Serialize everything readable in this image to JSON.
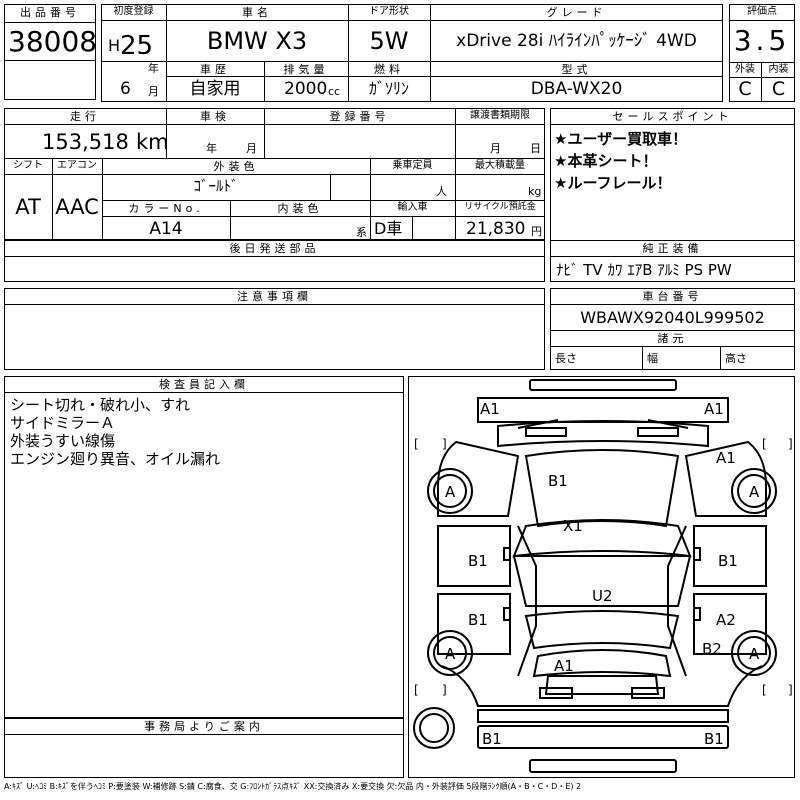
{
  "header": {
    "lot_label": "出品番号",
    "lot_number": "38008",
    "first_reg_label": "初度登録",
    "era": "H",
    "year": "25",
    "year_unit": "年",
    "month": "6",
    "month_unit": "月",
    "car_name_label": "車名",
    "car_name": "BMW X3",
    "door_label": "ドア形状",
    "door": "5W",
    "grade_label": "グレード",
    "grade": "xDrive 28i ﾊｲﾗｲﾝﾊﾟｯｹｰｼﾞ 4WD",
    "score_label": "評価点",
    "score": "3.5",
    "history_label": "車歴",
    "history": "自家用",
    "displacement_label": "排気量",
    "displacement": "2000",
    "displacement_unit": "cc",
    "fuel_label": "燃料",
    "fuel": "ｶﾞｿﾘﾝ",
    "model_label": "型式",
    "model": "DBA-WX20",
    "exterior_label": "外装",
    "interior_label": "内装",
    "exterior_grade": "C",
    "interior_grade": "C"
  },
  "vehicle": {
    "mileage_label": "走行",
    "mileage": "153,518",
    "mileage_unit": "km",
    "inspection_label": "車検",
    "inspection_year_unit": "年",
    "inspection_month_unit": "月",
    "registration_label": "登録番号",
    "registration": "",
    "transfer_label": "譲渡書類期限",
    "transfer_month_unit": "月",
    "transfer_day_unit": "日",
    "shift_label": "シフト",
    "shift": "AT",
    "ac_label": "エアコン",
    "ac": "AAC",
    "ext_color_label": "外装色",
    "ext_color": "ｺﾞｰﾙﾄﾞ",
    "capacity_label": "乗車定員",
    "capacity_unit": "人",
    "load_label": "最大積載量",
    "load_unit": "kg",
    "color_no_label": "カラーNo.",
    "color_no": "A14",
    "int_color_label": "内装色",
    "int_color_unit": "系",
    "import_label": "輸入車",
    "import": "D車",
    "recycle_label": "リサイクル預託金",
    "recycle": "21,830",
    "recycle_unit": "円",
    "later_parts_label": "後日発送部品"
  },
  "sales_points": {
    "label": "セールスポイント",
    "items": [
      "★ユーザー買取車！",
      "★本革シート！",
      "★ルーフレール！"
    ]
  },
  "equipment": {
    "label": "純正装備",
    "value": "ﾅﾋﾞ TV ｶﾜ ｴｱB ｱﾙﾐ PS PW"
  },
  "notes": {
    "label": "注意事項欄"
  },
  "chassis": {
    "label": "車台番号",
    "value": "WBAWX92040L999502",
    "dims_label": "諸元",
    "length_label": "長さ",
    "width_label": "幅",
    "height_label": "高さ"
  },
  "inspector": {
    "label": "検査員記入欄",
    "lines": [
      "シート切れ・破れ小、すれ",
      "サイドミラーＡ",
      "外装うすい線傷",
      "エンジン廻り異音、オイル漏れ"
    ]
  },
  "office": {
    "label": "事務局よりご案内"
  },
  "diagram": {
    "marks": {
      "front_left": "A1",
      "front_right": "A1",
      "right_front_fender": "A1",
      "hood": "B1",
      "front_left_tire": "A",
      "front_right_tire": "A",
      "roof": "X1",
      "left_front_door": "B1",
      "right_front_door": "B1",
      "interior": "U2",
      "left_rear_door": "B1",
      "right_rear_door": "A2",
      "right_rear_fender": "B2",
      "rear_left_tire": "A",
      "rear_right_tire": "A",
      "trunk": "A1",
      "rear_left": "B1",
      "rear_right": "B1"
    }
  },
  "legend": "A:ｷｽﾞ U:ﾍｺﾐ B:ｷｽﾞを伴うﾍｺﾐ P:要塗装 W:補修跡 S:錆 C:腐食、交 G:ﾌﾛﾝﾄｶﾞﾗｽ点ｷｽﾞ XX:交換済み X:要交換 欠:欠品 内・外装評価 5段階ﾗﾝｸ順(A・B・C・D・E) 2"
}
